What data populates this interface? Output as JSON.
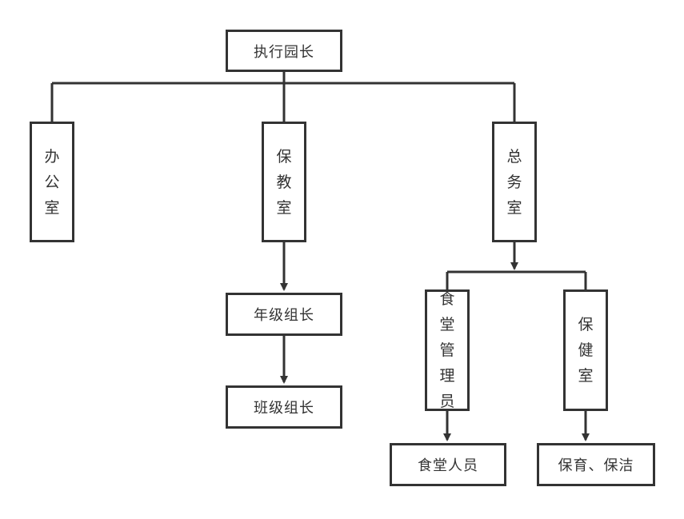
{
  "org_chart": {
    "root": {
      "label": "执行园长"
    },
    "office": {
      "label": "办公室"
    },
    "education": {
      "label": "保教室"
    },
    "general_affairs": {
      "label": "总务室"
    },
    "grade_leader": {
      "label": "年级组长"
    },
    "class_leader": {
      "label": "班级组长"
    },
    "canteen_manager": {
      "label": "食堂管理员"
    },
    "health_room": {
      "label": "保健室"
    },
    "canteen_staff": {
      "label": "食堂人员"
    },
    "childcare_cleaning": {
      "label": "保育、保洁"
    }
  },
  "colors": {
    "line": "#333333",
    "box_border": "#333333",
    "text": "#333333",
    "background": "#ffffff"
  }
}
